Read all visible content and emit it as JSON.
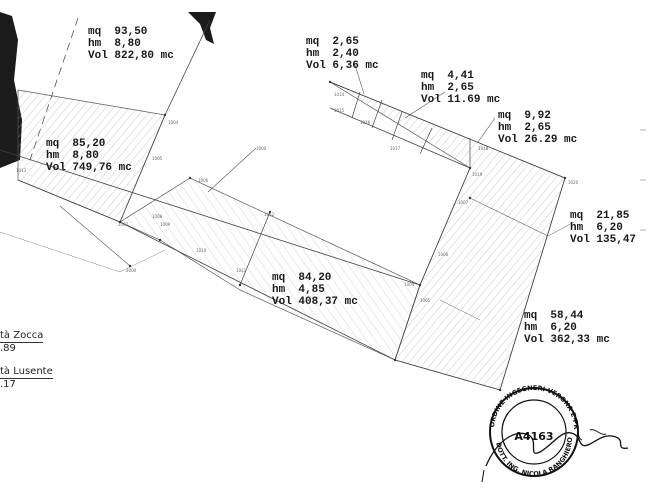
{
  "regions": [
    {
      "id": "r1",
      "mq": "93,50",
      "hm": "8,80",
      "vol": "822,80 mc"
    },
    {
      "id": "r2",
      "mq": "85,20",
      "hm": "8,80",
      "vol": "749,76 mc"
    },
    {
      "id": "r3",
      "mq": "2,65",
      "hm": "2,40",
      "vol": "6,36 mc"
    },
    {
      "id": "r4",
      "mq": "4,41",
      "hm": "2,65",
      "vol": "11.69 mc"
    },
    {
      "id": "r5",
      "mq": "9,92",
      "hm": "2,65",
      "vol": "26.29 mc"
    },
    {
      "id": "r6",
      "mq": "21,85",
      "hm": "6,20",
      "vol": "135,47"
    },
    {
      "id": "r7",
      "mq": "84,20",
      "hm": "4,85",
      "vol": "408,37 mc"
    },
    {
      "id": "r8",
      "mq": "58,44",
      "hm": "6,20",
      "vol": "362,33 mc"
    }
  ],
  "labels": {
    "mq": "mq",
    "hm": "hm",
    "vol": "Vol"
  },
  "edge_notes": [
    {
      "name": "tà Zocca",
      "value": ".89"
    },
    {
      "name": "tà Lusente",
      "value": ".17"
    }
  ],
  "survey_points": [
    "1000",
    "2000",
    "1004",
    "1005",
    "1006",
    "1007",
    "1008",
    "1009",
    "1010",
    "1011",
    "1012",
    "1013",
    "1014",
    "1015",
    "1016",
    "1017",
    "1018",
    "1019",
    "1020"
  ],
  "stamp": {
    "ring_top": "ORDINE INGEGNERI VERONA E PROVINCIA",
    "ring_bottom": "DOTT. ING. NICOLA RANGHIERO",
    "number": "A4163"
  },
  "colors": {
    "ink": "#1a1a1a",
    "hatch": "#9a9a9a",
    "stamp": "#111111"
  }
}
